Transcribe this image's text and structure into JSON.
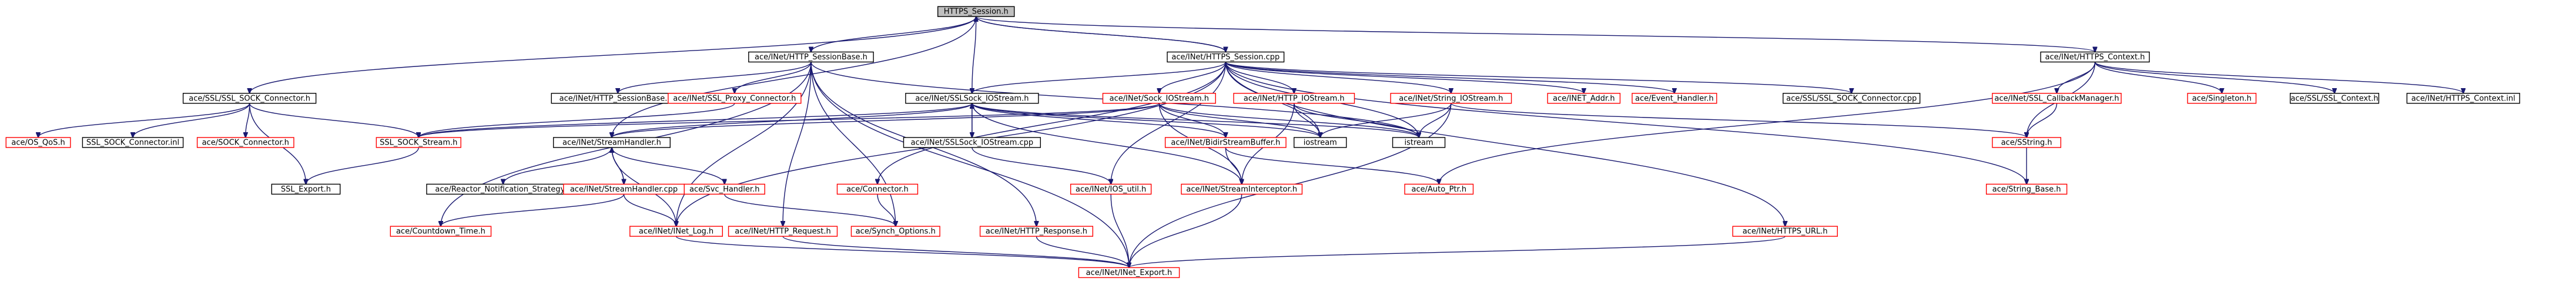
{
  "graph": {
    "title": "HTTPS_Session.h",
    "edge_color": "#191970",
    "root_fill": "#bfbfbf",
    "missing_border": "#ff0000",
    "nodes": [
      {
        "id": "root",
        "label": "HTTPS_Session.h",
        "kind": "root"
      },
      {
        "id": "sessionbase",
        "label": "ace/INet/HTTP_SessionBase.h",
        "kind": "plain"
      },
      {
        "id": "httpscpp",
        "label": "ace/INet/HTTPS_Session.cpp",
        "kind": "plain"
      },
      {
        "id": "httpsctx",
        "label": "ace/INet/HTTPS_Context.h",
        "kind": "plain"
      },
      {
        "id": "sslconn",
        "label": "ace/SSL/SSL_SOCK_Connector.h",
        "kind": "plain"
      },
      {
        "id": "sessionbaseinl",
        "label": "ace/INet/HTTP_SessionBase.inl",
        "kind": "plain"
      },
      {
        "id": "proxyconn",
        "label": "ace/INet/SSL_Proxy_Connector.h",
        "kind": "red"
      },
      {
        "id": "sslsockio",
        "label": "ace/INet/SSLSock_IOStream.h",
        "kind": "plain"
      },
      {
        "id": "sockio",
        "label": "ace/INet/Sock_IOStream.h",
        "kind": "red"
      },
      {
        "id": "httpio",
        "label": "ace/INet/HTTP_IOStream.h",
        "kind": "red"
      },
      {
        "id": "stringio",
        "label": "ace/INet/String_IOStream.h",
        "kind": "red"
      },
      {
        "id": "inetaddr",
        "label": "ace/INET_Addr.h",
        "kind": "red"
      },
      {
        "id": "evhandler",
        "label": "ace/Event_Handler.h",
        "kind": "red"
      },
      {
        "id": "sslsockconncpp",
        "label": "ace/SSL/SSL_SOCK_Connector.cpp",
        "kind": "plain"
      },
      {
        "id": "callback",
        "label": "ace/INet/SSL_CallbackManager.h",
        "kind": "red"
      },
      {
        "id": "singleton",
        "label": "ace/Singleton.h",
        "kind": "red"
      },
      {
        "id": "sslctx",
        "label": "ace/SSL/SSL_Context.h",
        "kind": "plain"
      },
      {
        "id": "httpsctxinl",
        "label": "ace/INet/HTTPS_Context.inl",
        "kind": "plain"
      },
      {
        "id": "osqos",
        "label": "ace/OS_QoS.h",
        "kind": "red"
      },
      {
        "id": "sslconninl",
        "label": "SSL_SOCK_Connector.inl",
        "kind": "plain"
      },
      {
        "id": "sockconn",
        "label": "ace/SOCK_Connector.h",
        "kind": "red"
      },
      {
        "id": "sslsockstream",
        "label": "SSL_SOCK_Stream.h",
        "kind": "red"
      },
      {
        "id": "streamhandler",
        "label": "ace/INet/StreamHandler.h",
        "kind": "plain"
      },
      {
        "id": "sslsockiocpp",
        "label": "ace/INet/SSLSock_IOStream.cpp",
        "kind": "plain"
      },
      {
        "id": "bidir",
        "label": "ace/INet/BidirStreamBuffer.h",
        "kind": "red"
      },
      {
        "id": "iostream",
        "label": "iostream",
        "kind": "plain"
      },
      {
        "id": "istream",
        "label": "istream",
        "kind": "plain"
      },
      {
        "id": "sstring",
        "label": "ace/SString.h",
        "kind": "red"
      },
      {
        "id": "sslexport",
        "label": "SSL_Export.h",
        "kind": "plain"
      },
      {
        "id": "reactor",
        "label": "ace/Reactor_Notification_Strategy.h",
        "kind": "plain"
      },
      {
        "id": "streamhandlercpp",
        "label": "ace/INet/StreamHandler.cpp",
        "kind": "red"
      },
      {
        "id": "svchandler",
        "label": "ace/Svc_Handler.h",
        "kind": "red"
      },
      {
        "id": "connector",
        "label": "ace/Connector.h",
        "kind": "red"
      },
      {
        "id": "ioutil",
        "label": "ace/INet/IOS_util.h",
        "kind": "red"
      },
      {
        "id": "interceptor",
        "label": "ace/INet/StreamInterceptor.h",
        "kind": "red"
      },
      {
        "id": "autoptr",
        "label": "ace/Auto_Ptr.h",
        "kind": "red"
      },
      {
        "id": "stringbase",
        "label": "ace/String_Base.h",
        "kind": "red"
      },
      {
        "id": "countdown",
        "label": "ace/Countdown_Time.h",
        "kind": "red"
      },
      {
        "id": "inetlog",
        "label": "ace/INet/INet_Log.h",
        "kind": "red"
      },
      {
        "id": "httpreq",
        "label": "ace/INet/HTTP_Request.h",
        "kind": "red"
      },
      {
        "id": "synchopts",
        "label": "ace/Synch_Options.h",
        "kind": "red"
      },
      {
        "id": "httpresp",
        "label": "ace/INet/HTTP_Response.h",
        "kind": "red"
      },
      {
        "id": "httpsurl",
        "label": "ace/INet/HTTPS_URL.h",
        "kind": "red"
      },
      {
        "id": "inetexport",
        "label": "ace/INet/INet_Export.h",
        "kind": "red"
      }
    ],
    "edges": [
      [
        "root",
        "sessionbase"
      ],
      [
        "root",
        "httpscpp"
      ],
      [
        "root",
        "httpsctx"
      ],
      [
        "root",
        "sslconn"
      ],
      [
        "root",
        "streamhandler"
      ],
      [
        "root",
        "sslsockio"
      ],
      [
        "httpscpp",
        "root"
      ],
      [
        "sessionbase",
        "sessionbaseinl"
      ],
      [
        "sessionbase",
        "proxyconn"
      ],
      [
        "sessionbase",
        "inetlog"
      ],
      [
        "sessionbase",
        "synchopts"
      ],
      [
        "sessionbase",
        "httpresp"
      ],
      [
        "sessionbase",
        "httpreq"
      ],
      [
        "sessionbase",
        "inetexport"
      ],
      [
        "sessionbase",
        "istream"
      ],
      [
        "sessionbase",
        "countdown"
      ],
      [
        "httpscpp",
        "sslsockio"
      ],
      [
        "httpscpp",
        "sockio"
      ],
      [
        "httpscpp",
        "httpio"
      ],
      [
        "httpscpp",
        "stringio"
      ],
      [
        "httpscpp",
        "inetaddr"
      ],
      [
        "httpscpp",
        "evhandler"
      ],
      [
        "httpscpp",
        "sslsockconncpp"
      ],
      [
        "httpscpp",
        "connector"
      ],
      [
        "httpscpp",
        "ioutil"
      ],
      [
        "httpscpp",
        "httpsurl"
      ],
      [
        "httpscpp",
        "stringbase"
      ],
      [
        "httpscpp",
        "iostream"
      ],
      [
        "httpscpp",
        "istream"
      ],
      [
        "httpscpp",
        "inetlog"
      ],
      [
        "httpsctx",
        "callback"
      ],
      [
        "httpsctx",
        "singleton"
      ],
      [
        "httpsctx",
        "sslctx"
      ],
      [
        "httpsctx",
        "httpsctxinl"
      ],
      [
        "httpsctx",
        "sstring"
      ],
      [
        "httpsctx",
        "autoptr"
      ],
      [
        "sslconn",
        "osqos"
      ],
      [
        "sslconn",
        "sslconninl"
      ],
      [
        "sslconn",
        "sockconn"
      ],
      [
        "sslconn",
        "sslsockstream"
      ],
      [
        "sslconn",
        "sslexport"
      ],
      [
        "proxyconn",
        "sslsockstream"
      ],
      [
        "sslsockio",
        "sslsockiocpp"
      ],
      [
        "sslsockio",
        "streamhandler"
      ],
      [
        "sslsockio",
        "bidir"
      ],
      [
        "sslsockio",
        "iostream"
      ],
      [
        "sslsockio",
        "istream"
      ],
      [
        "sslsockio",
        "sslsockstream"
      ],
      [
        "sslsockio",
        "interceptor"
      ],
      [
        "sslsockiocpp",
        "sslsockio"
      ],
      [
        "sslsockiocpp",
        "ioutil"
      ],
      [
        "sockio",
        "streamhandler"
      ],
      [
        "sockio",
        "bidir"
      ],
      [
        "sockio",
        "iostream"
      ],
      [
        "sockio",
        "istream"
      ],
      [
        "sockio",
        "interceptor"
      ],
      [
        "sockio",
        "sslsockstream"
      ],
      [
        "httpio",
        "iostream"
      ],
      [
        "httpio",
        "istream"
      ],
      [
        "httpio",
        "interceptor"
      ],
      [
        "stringio",
        "istream"
      ],
      [
        "stringio",
        "iostream"
      ],
      [
        "stringio",
        "sstring"
      ],
      [
        "stringio",
        "inetexport"
      ],
      [
        "callback",
        "sstring"
      ],
      [
        "sstring",
        "stringbase"
      ],
      [
        "sslsockstream",
        "sslexport"
      ],
      [
        "streamhandler",
        "reactor"
      ],
      [
        "streamhandler",
        "streamhandlercpp"
      ],
      [
        "streamhandler",
        "svchandler"
      ],
      [
        "streamhandler",
        "inetlog"
      ],
      [
        "streamhandlercpp",
        "streamhandler"
      ],
      [
        "streamhandlercpp",
        "countdown"
      ],
      [
        "streamhandlercpp",
        "inetlog"
      ],
      [
        "svchandler",
        "synchopts"
      ],
      [
        "connector",
        "synchopts"
      ],
      [
        "ioutil",
        "inetexport"
      ],
      [
        "bidir",
        "interceptor"
      ],
      [
        "bidir",
        "autoptr"
      ],
      [
        "interceptor",
        "inetexport"
      ],
      [
        "inetlog",
        "inetexport"
      ],
      [
        "httpreq",
        "inetexport"
      ],
      [
        "httpresp",
        "inetexport"
      ],
      [
        "httpsurl",
        "inetexport"
      ]
    ]
  }
}
